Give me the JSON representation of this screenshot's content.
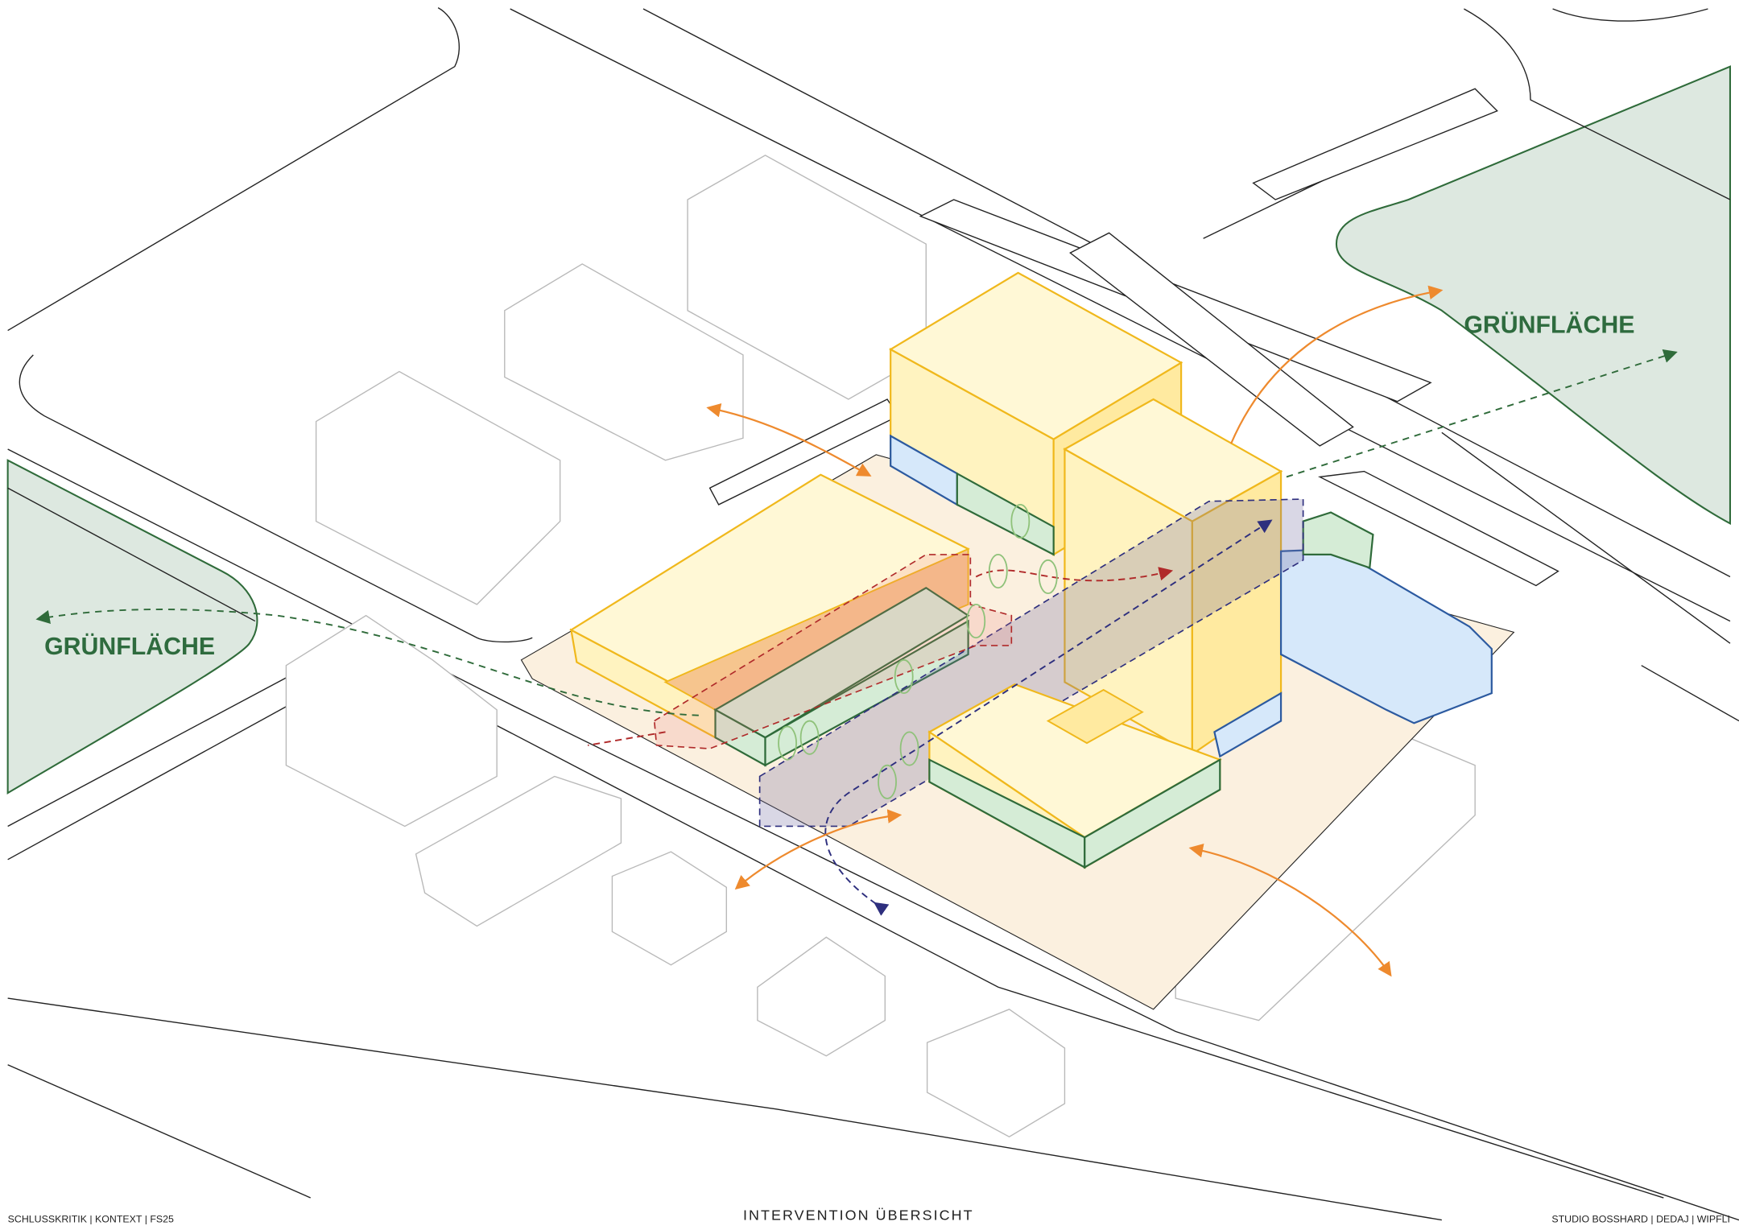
{
  "labels": {
    "green_area_right": "GRÜNFLÄCHE",
    "green_area_left": "GRÜNFLÄCHE"
  },
  "footer": {
    "left": "SCHLUSSKRITIK | KONTEXT | FS25",
    "center": "INTERVENTION ÜBERSICHT",
    "right": "STUDIO BOSSHARD | DEDAJ | WIPFLI"
  },
  "colors": {
    "green_area": "#dde8e0",
    "green_text": "#2e6b3e",
    "building_yellow": "#fff3c0",
    "building_outline": "#f0b81c",
    "orange_arrow": "#ee8a2e",
    "red_path": "#b02a2a",
    "blue_path": "#2e2f7e",
    "green_path": "#2f6b3a",
    "plaza": "#fbf0df"
  }
}
